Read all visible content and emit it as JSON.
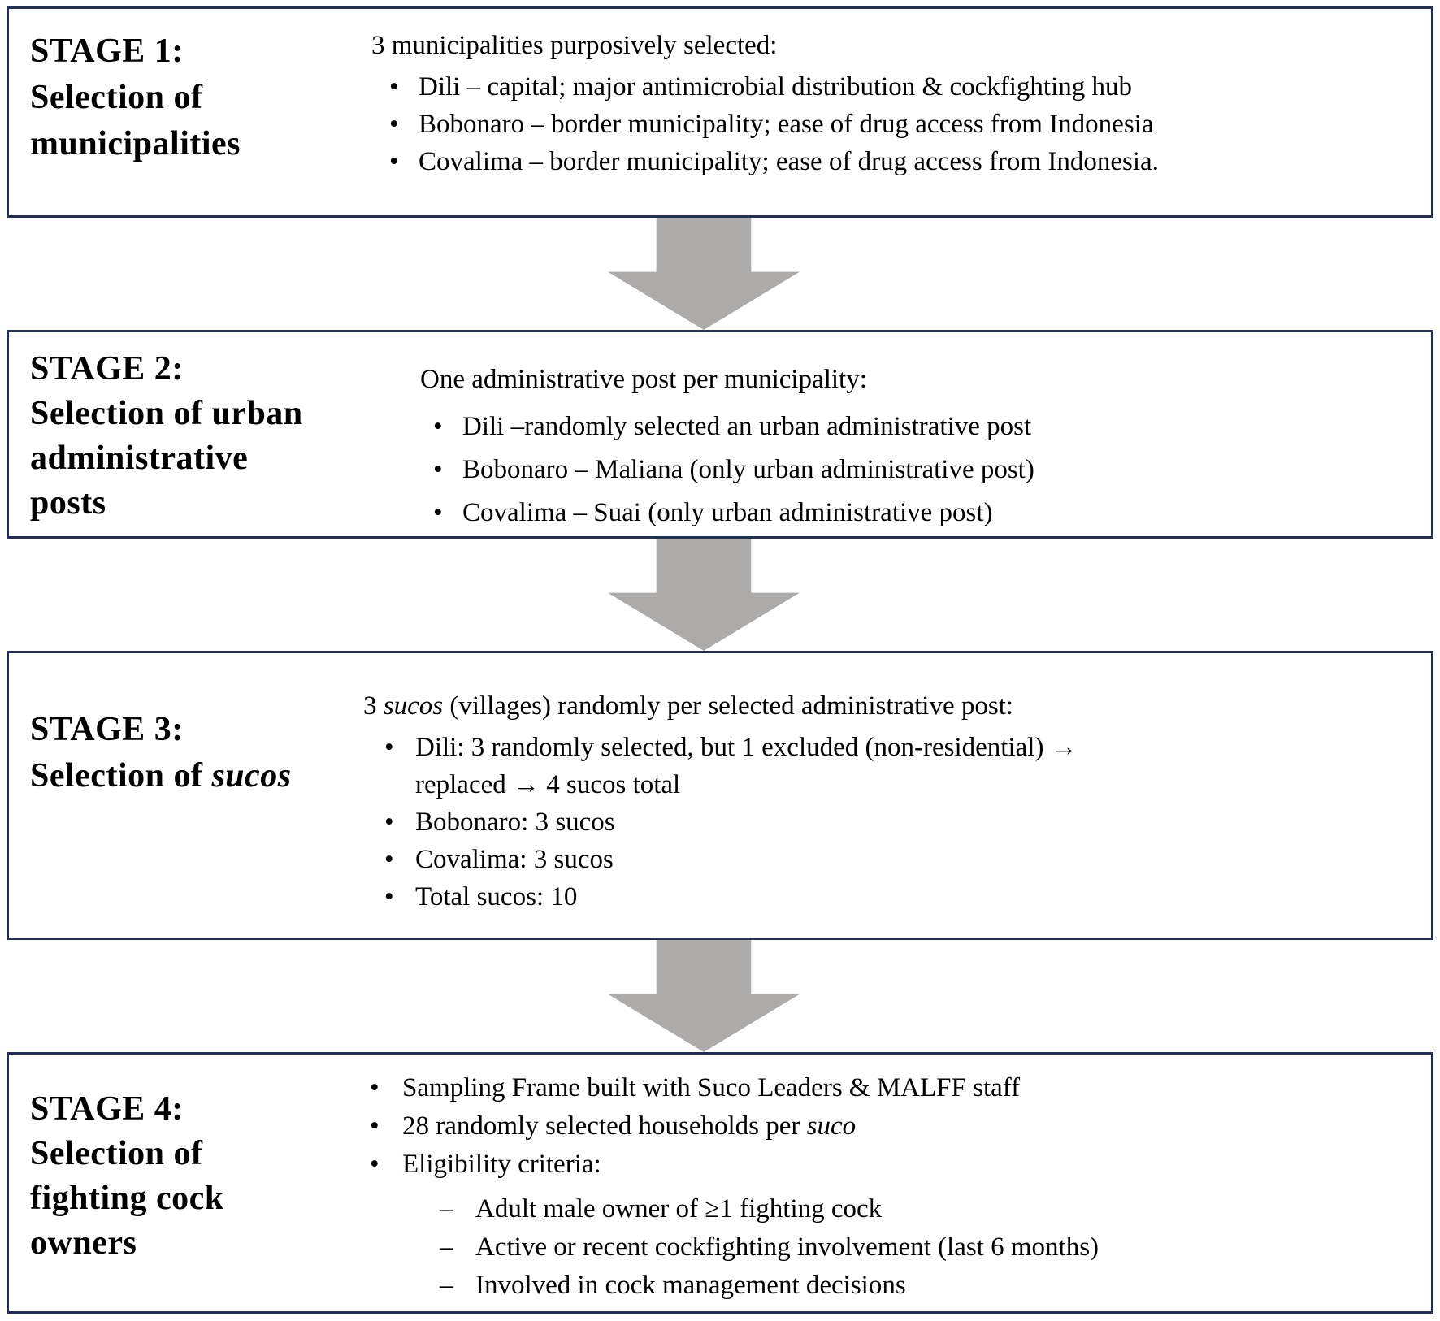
{
  "figure": {
    "type": "flowchart",
    "background_color": "#ffffff",
    "box_border_color": "#262e54",
    "arrow_color": "#adaaaa",
    "text_color": "#000000"
  },
  "glyphs": {
    "bullet": "•",
    "dash": "–"
  },
  "stages": [
    {
      "title_lines": [
        "STAGE 1:",
        "Selection of",
        "municipalities"
      ],
      "intro": "3 municipalities purposively selected:",
      "bullets": [
        "Dili – capital; major antimicrobial distribution & cockfighting hub",
        "Bobonaro – border municipality; ease of drug access from Indonesia",
        "Covalima – border municipality; ease of drug access from Indonesia."
      ]
    },
    {
      "title_lines": [
        "STAGE 2:",
        "Selection of urban",
        "administrative",
        "posts"
      ],
      "intro": "One administrative post per municipality:",
      "bullets": [
        "Dili –randomly selected an urban administrative post",
        "Bobonaro – Maliana (only urban administrative post)",
        "Covalima – Suai (only urban administrative post)"
      ]
    },
    {
      "title_line1": "STAGE 3:",
      "title_line2_prefix": "Selection of ",
      "title_line2_italic": "sucos",
      "intro_prefix": "3 ",
      "intro_italic": "sucos",
      "intro_suffix": " (villages) randomly per selected administrative post:",
      "bullets": [
        "Dili: 3 randomly selected, but 1 excluded (non-residential) →",
        "replaced → 4 sucos total",
        "Bobonaro: 3 sucos",
        "Covalima: 3 sucos",
        "Total sucos: 10"
      ]
    },
    {
      "title_lines": [
        "STAGE 4:",
        "Selection of",
        "fighting cock",
        "owners"
      ],
      "bullet1": "Sampling Frame built with Suco Leaders & MALFF staff",
      "bullet2_prefix": "28 randomly selected households per ",
      "bullet2_italic": "suco",
      "bullet3": "Eligibility criteria:",
      "sub_bullets": [
        "Adult male owner of ≥1 fighting cock",
        "Active or recent cockfighting involvement (last 6 months)",
        "Involved in cock management decisions"
      ]
    }
  ]
}
